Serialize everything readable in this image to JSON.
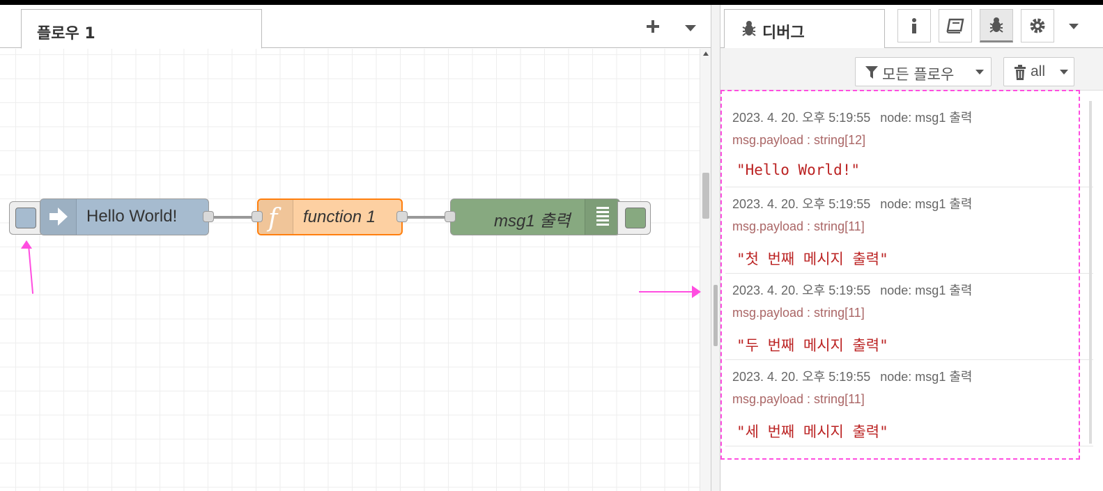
{
  "workspace": {
    "flow_tab_label": "플로우 1",
    "add_tab_icon": "plus-icon",
    "tab_menu_icon": "chevron-down-icon"
  },
  "nodes": {
    "inject": {
      "label": "Hello World!",
      "color": "#a6bbcf",
      "icon": "arrow-right-icon"
    },
    "function": {
      "label": "function 1",
      "color": "#fdd0a2",
      "border": "#ff7f0e",
      "icon": "function-icon"
    },
    "debug": {
      "label": "msg1 출력",
      "color": "#87a980",
      "icon": "list-icon"
    }
  },
  "sidebar": {
    "active_tab_label": "디버그",
    "tab_icons": [
      "info-icon",
      "book-icon",
      "bug-icon",
      "gear-icon"
    ],
    "filter_label": "모든 플로우",
    "clear_label": "all"
  },
  "messages": [
    {
      "timestamp": "2023. 4. 20. 오후 5:19:55",
      "node": "node: msg1 출력",
      "topic": "msg.payload : string[12]",
      "payload": "\"Hello World!\""
    },
    {
      "timestamp": "2023. 4. 20. 오후 5:19:55",
      "node": "node: msg1 출력",
      "topic": "msg.payload : string[11]",
      "payload": "\"첫 번째 메시지 출력\""
    },
    {
      "timestamp": "2023. 4. 20. 오후 5:19:55",
      "node": "node: msg1 출력",
      "topic": "msg.payload : string[11]",
      "payload": "\"두 번째 메시지 출력\""
    },
    {
      "timestamp": "2023. 4. 20. 오후 5:19:55",
      "node": "node: msg1 출력",
      "topic": "msg.payload : string[11]",
      "payload": "\"세 번째 메시지 출력\""
    }
  ],
  "colors": {
    "annotation": "#ff4de0",
    "payload_text": "#bb2222",
    "topic_text": "#aa6666"
  }
}
